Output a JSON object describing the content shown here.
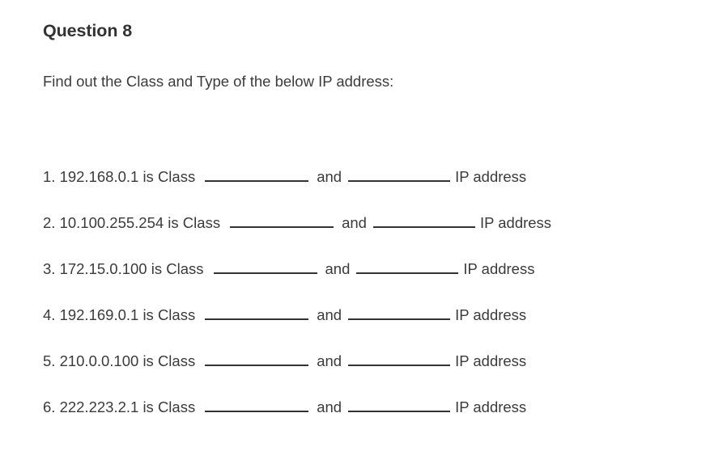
{
  "document": {
    "title": "Question 8",
    "prompt": "Find out the Class and Type of the below IP address:",
    "background_color": "#ffffff",
    "text_color": "#3b3b3b",
    "rule_color": "#333333"
  },
  "labels": {
    "conjunction": "and",
    "suffix": "IP address",
    "class_word": "is Class"
  },
  "rows": [
    {
      "number": "1.",
      "ip": "192.168.0.1",
      "lead": "1. 192.168.0.1 is Class",
      "conjunction": "and",
      "suffix": "IP address",
      "class_answer": "",
      "type_answer": ""
    },
    {
      "number": "2.",
      "ip": "10.100.255.254",
      "lead": "2. 10.100.255.254 is Class",
      "conjunction": "and",
      "suffix": "IP address",
      "class_answer": "",
      "type_answer": ""
    },
    {
      "number": "3.",
      "ip": "172.15.0.100",
      "lead": "3. 172.15.0.100 is Class",
      "conjunction": "and",
      "suffix": "IP address",
      "class_answer": "",
      "type_answer": ""
    },
    {
      "number": "4.",
      "ip": "192.169.0.1",
      "lead": "4. 192.169.0.1 is Class",
      "conjunction": "and",
      "suffix": "IP address",
      "class_answer": "",
      "type_answer": ""
    },
    {
      "number": "5.",
      "ip": "210.0.0.100",
      "lead": "5. 210.0.0.100 is Class",
      "conjunction": "and",
      "suffix": "IP address",
      "class_answer": "",
      "type_answer": ""
    },
    {
      "number": "6.",
      "ip": "222.223.2.1",
      "lead": "6. 222.223.2.1 is Class",
      "conjunction": "and",
      "suffix": "IP address",
      "class_answer": "",
      "type_answer": ""
    }
  ]
}
